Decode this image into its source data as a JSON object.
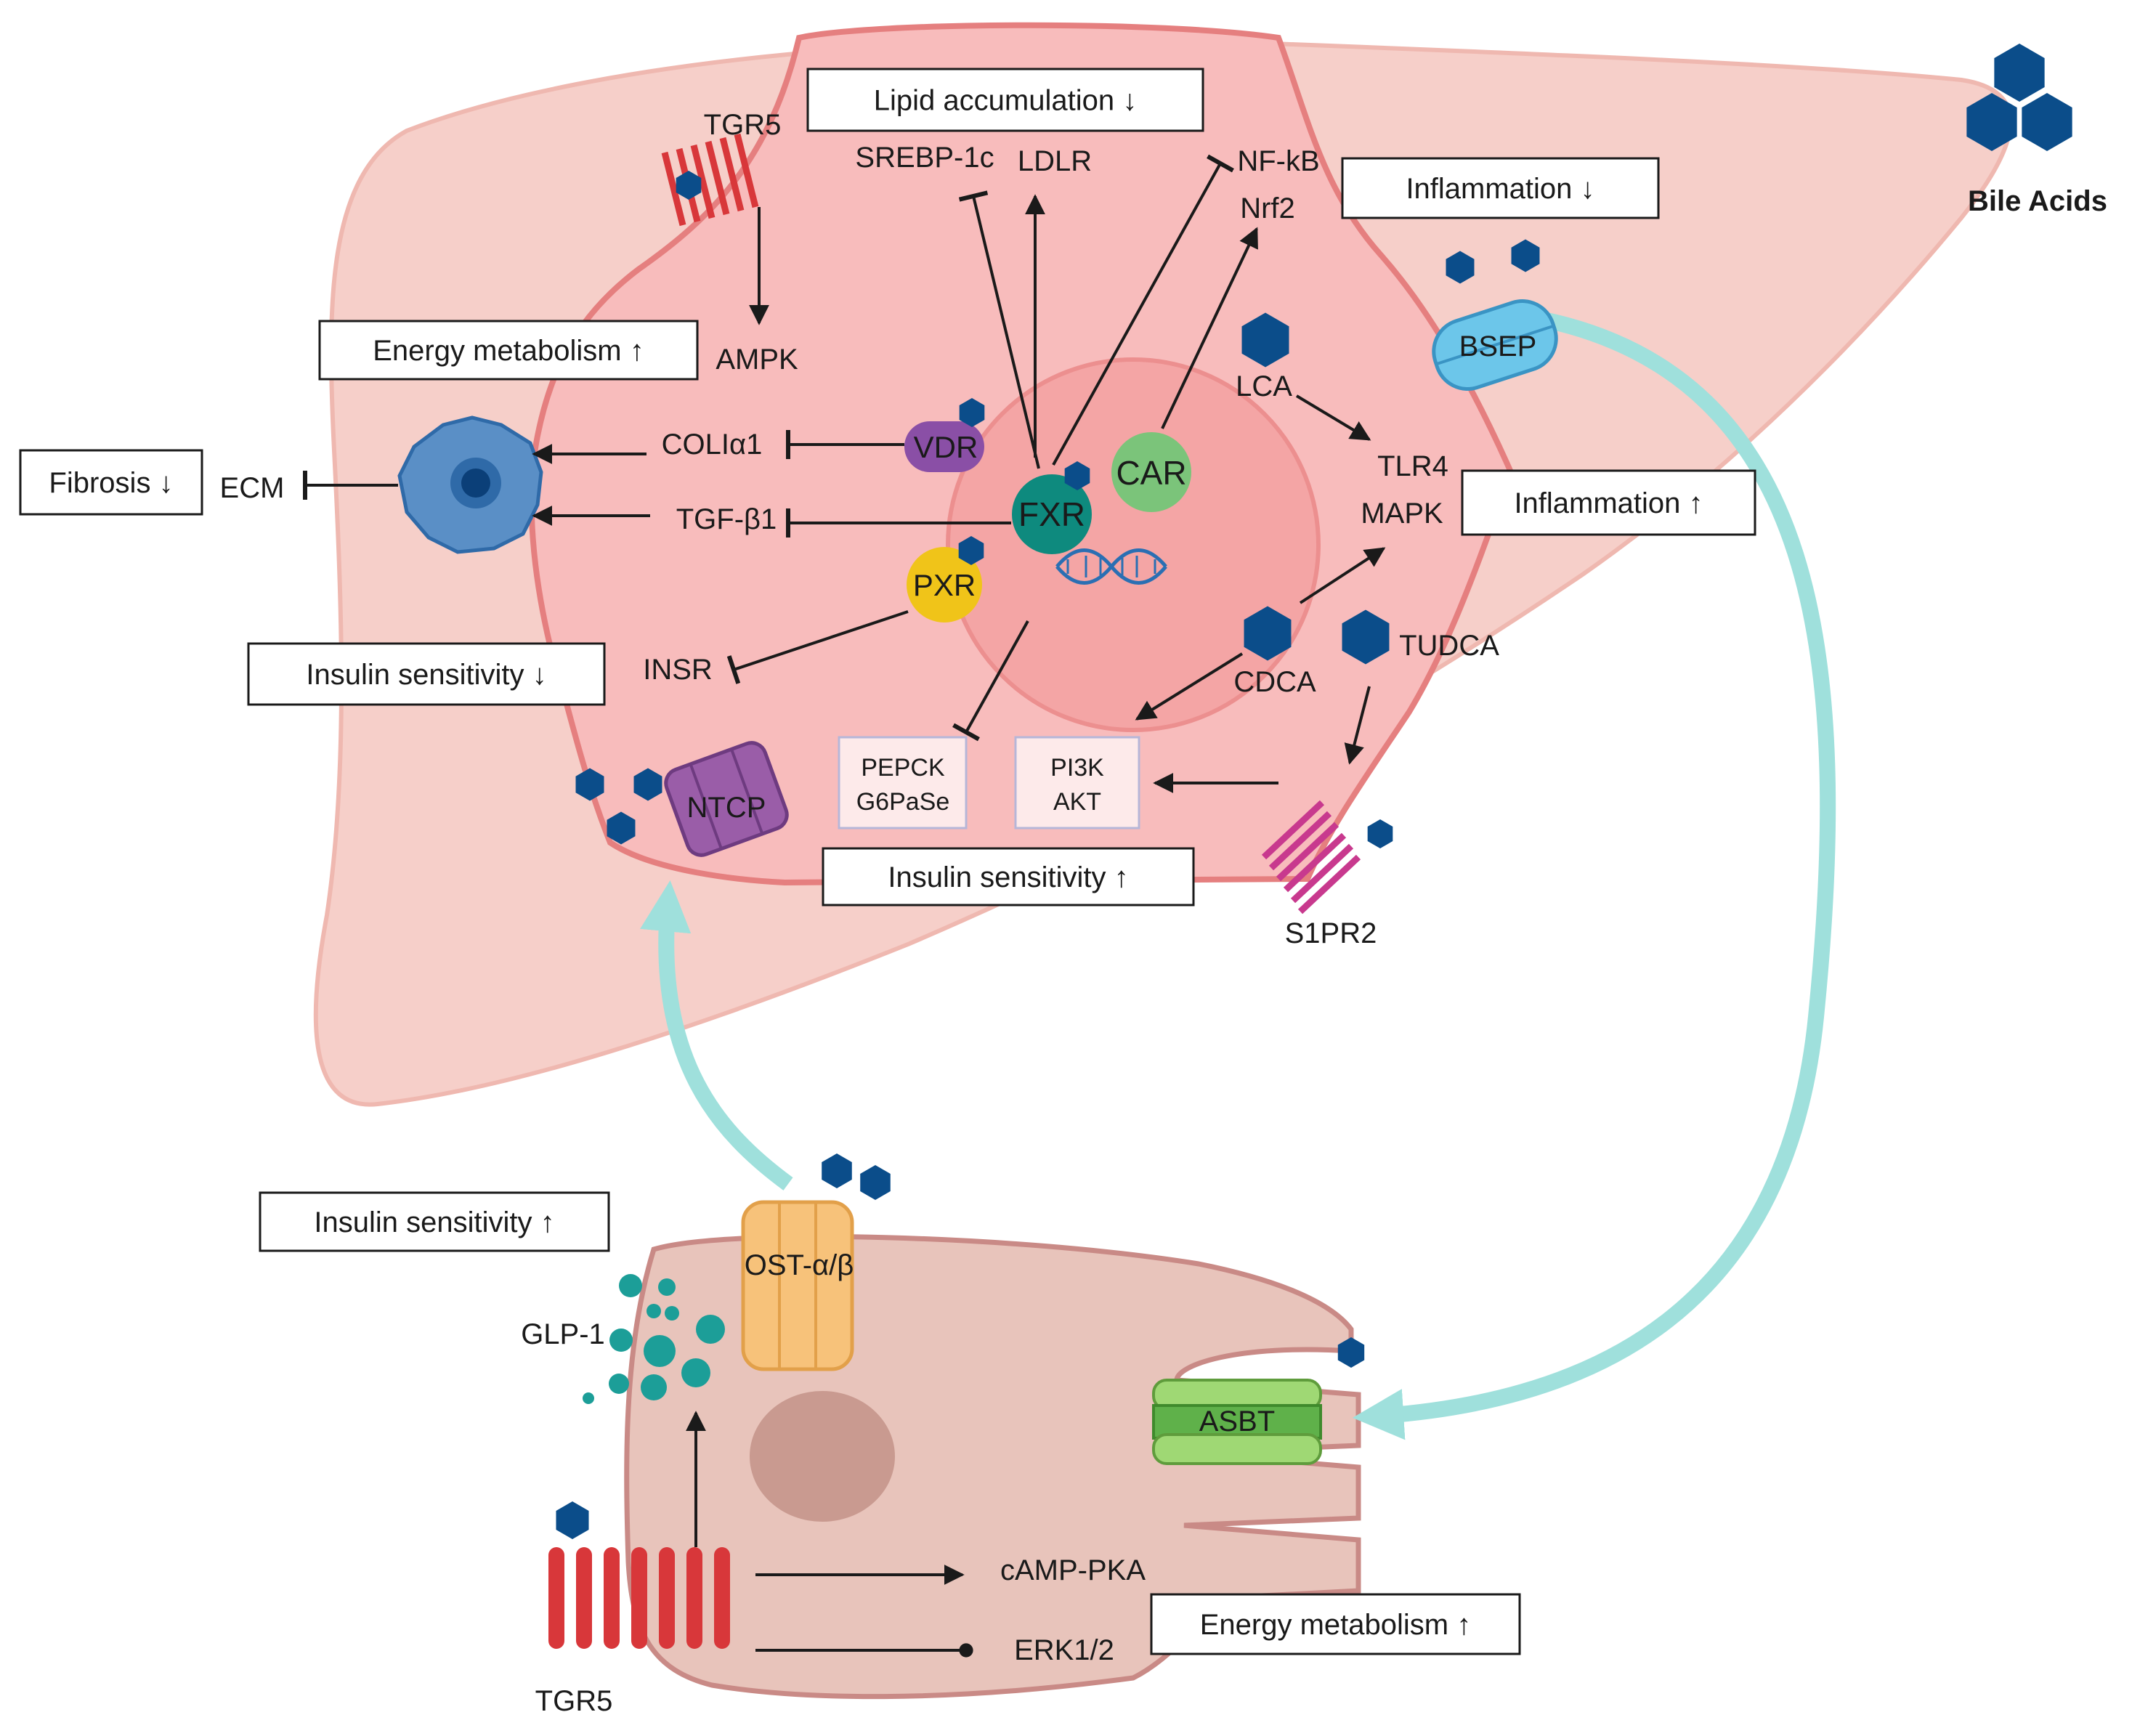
{
  "legend": {
    "label": "Bile Acids"
  },
  "effect_boxes": {
    "lipid": "Lipid accumulation ↓",
    "inflammation_down": "Inflammation ↓",
    "energy_liver": "Energy metabolism ↑",
    "fibrosis": "Fibrosis ↓",
    "inflammation_up": "Inflammation ↑",
    "insulin_down": "Insulin sensitivity ↓",
    "insulin_up_liver": "Insulin sensitivity ↑",
    "insulin_up_intestine": "Insulin sensitivity ↑",
    "energy_intestine": "Energy metabolism ↑"
  },
  "receptors": {
    "fxr": "FXR",
    "vdr": "VDR",
    "pxr": "PXR",
    "car": "CAR",
    "bsep": "BSEP",
    "ntcp": "NTCP",
    "ost": "OST-α/β",
    "asbt": "ASBT"
  },
  "molecules": {
    "tgr5_liver": "TGR5",
    "tgr5_intestine": "TGR5",
    "ampk": "AMPK",
    "srebp": "SREBP-1c",
    "ldlr": "LDLR",
    "nfkb": "NF-kB",
    "nrf2": "Nrf2",
    "col": "COLIα1",
    "tgfb": "TGF-β1",
    "ecm": "ECM",
    "insr": "INSR",
    "lca": "LCA",
    "tlr4": "TLR4",
    "mapk": "MAPK",
    "cdca": "CDCA",
    "tudca": "TUDCA",
    "s1pr2": "S1PR2",
    "pepck": "PEPCK",
    "g6pase": "G6PaSe",
    "pi3k": "PI3K",
    "akt": "AKT",
    "glp1": "GLP-1",
    "camp": "cAMP-PKA",
    "erk": "ERK1/2"
  },
  "colors": {
    "liver": "#f6cfc9",
    "hepatocyte": "#f8bcbc",
    "hepatocyte_border": "#e57f7f",
    "nucleus": "#f4a5a5",
    "bile_acid": "#0b4d8a",
    "transport_arrow": "#9fe0dc",
    "fxr": "#0e8a7e",
    "vdr": "#8a4fa6",
    "pxr": "#f0c419",
    "car": "#7bc47a",
    "bsep": "#6cc6ea",
    "ntcp": "#9a5da8",
    "ost": "#f7c27a",
    "asbt": "#8fd06a",
    "tgr5": "#d8373a",
    "s1pr2": "#c8398e",
    "enterocyte": "#e8c4bb",
    "stellate": "#5a8fc6",
    "glp1": "#1c9e98"
  }
}
